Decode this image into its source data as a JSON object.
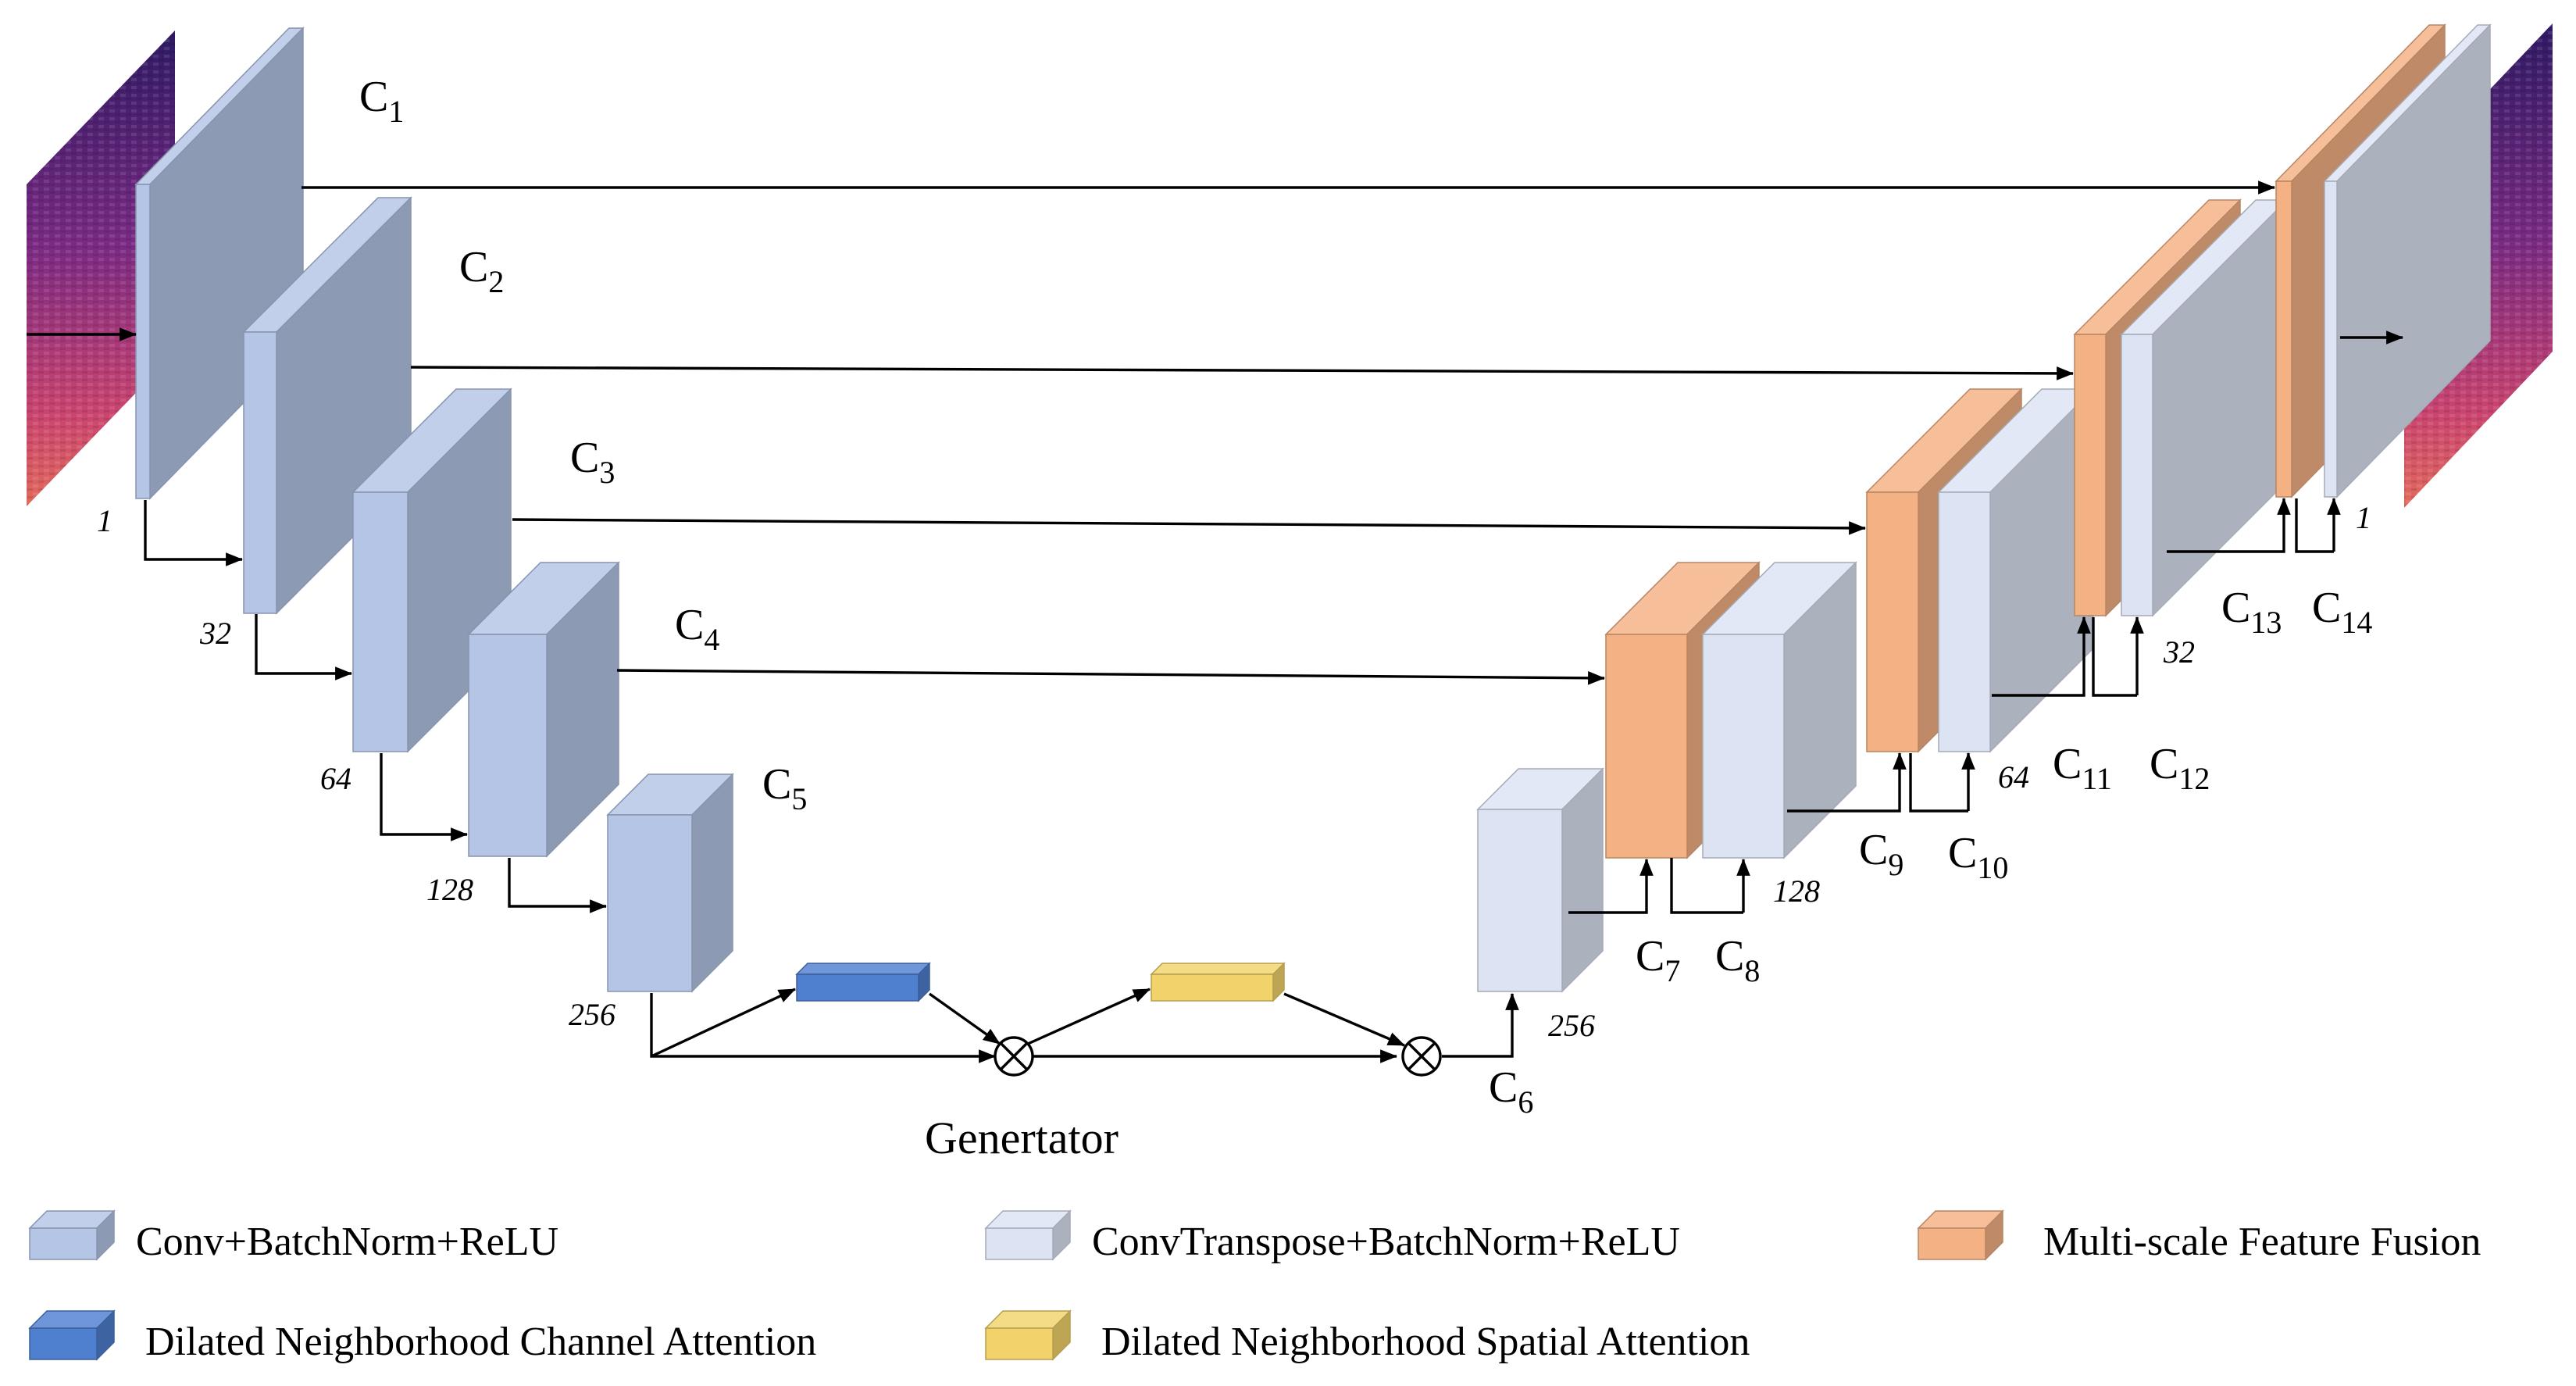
{
  "diagram": {
    "title": "Genertator",
    "palette": {
      "conv": "#b4c5e6",
      "convtranspose": "#dce3f3",
      "fusion": "#f4b184",
      "channel_attention": "#4f7fcf",
      "spatial_attention": "#f2d36b",
      "spectrogram_dark": "#3a1f6e",
      "spectrogram_bright": "#d8506a"
    },
    "icons": {
      "multiply": "circled-times-icon",
      "input": "spectrogram-image",
      "output": "spectrogram-image"
    },
    "blocks": [
      {
        "id": "C1",
        "letter": "C",
        "sub": "1",
        "type": "conv",
        "channels": "1"
      },
      {
        "id": "C2",
        "letter": "C",
        "sub": "2",
        "type": "conv",
        "channels": "32"
      },
      {
        "id": "C3",
        "letter": "C",
        "sub": "3",
        "type": "conv",
        "channels": "64"
      },
      {
        "id": "C4",
        "letter": "C",
        "sub": "4",
        "type": "conv",
        "channels": "128"
      },
      {
        "id": "C5",
        "letter": "C",
        "sub": "5",
        "type": "conv",
        "channels": "256"
      },
      {
        "id": "C6",
        "letter": "C",
        "sub": "6",
        "type": "convtranspose",
        "channels": "256"
      },
      {
        "id": "C7",
        "letter": "C",
        "sub": "7",
        "type": "fusion"
      },
      {
        "id": "C8",
        "letter": "C",
        "sub": "8",
        "type": "convtranspose",
        "channels": "128"
      },
      {
        "id": "C9",
        "letter": "C",
        "sub": "9",
        "type": "fusion"
      },
      {
        "id": "C10",
        "letter": "C",
        "sub": "10",
        "type": "convtranspose",
        "channels": "64"
      },
      {
        "id": "C11",
        "letter": "C",
        "sub": "11",
        "type": "fusion"
      },
      {
        "id": "C12",
        "letter": "C",
        "sub": "12",
        "type": "convtranspose",
        "channels": "32"
      },
      {
        "id": "C13",
        "letter": "C",
        "sub": "13",
        "type": "fusion"
      },
      {
        "id": "C14",
        "letter": "C",
        "sub": "14",
        "type": "convtranspose",
        "channels": "1"
      }
    ],
    "legend": [
      {
        "key": "conv",
        "label": "Conv+BatchNorm+ReLU"
      },
      {
        "key": "convtranspose",
        "label": "ConvTranspose+BatchNorm+ReLU"
      },
      {
        "key": "fusion",
        "label": "Multi-scale Feature Fusion"
      },
      {
        "key": "channel_attention",
        "label": "Dilated Neighborhood Channel Attention"
      },
      {
        "key": "spatial_attention",
        "label": "Dilated Neighborhood Spatial Attention"
      }
    ]
  }
}
